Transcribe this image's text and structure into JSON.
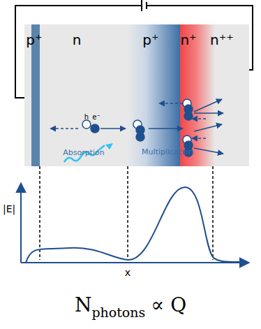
{
  "diagram": {
    "nodes": [
      {
        "text": [
          "p⁺"
        ]
      },
      {
        "text": [
          "n",
          "Absorption"
        ]
      },
      {
        "text": [
          "p⁺"
        ]
      },
      {
        "text": [
          "n⁺"
        ]
      },
      {
        "text": [
          "n⁺⁺"
        ]
      }
    ],
    "labels": [
      "Multiplication",
      "h",
      "e⁻",
      "|E|",
      "x",
      "N",
      "photons",
      "∝ Q"
    ]
  }
}
